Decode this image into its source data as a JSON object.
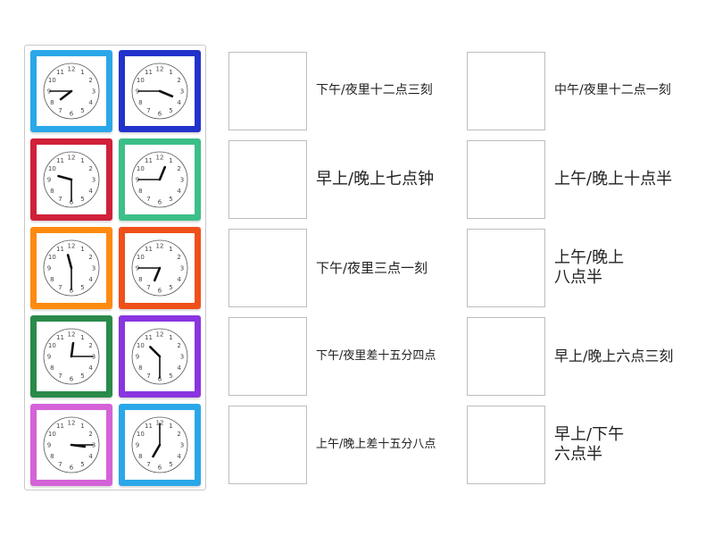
{
  "clocks": [
    {
      "color": "#2aa7e8",
      "hour": 7,
      "minute": 45
    },
    {
      "color": "#2233cc",
      "hour": 3,
      "minute": 45
    },
    {
      "color": "#d0203a",
      "hour": 9,
      "minute": 30
    },
    {
      "color": "#3cbf88",
      "hour": 12,
      "minute": 45
    },
    {
      "color": "#ff8a10",
      "hour": 11,
      "minute": 30
    },
    {
      "color": "#f0501a",
      "hour": 6,
      "minute": 45
    },
    {
      "color": "#2a8a4a",
      "hour": 12,
      "minute": 15
    },
    {
      "color": "#8a35e0",
      "hour": 10,
      "minute": 30
    },
    {
      "color": "#d463d8",
      "hour": 3,
      "minute": 15
    },
    {
      "color": "#2aa7e8",
      "hour": 7,
      "minute": 0
    }
  ],
  "targets": [
    {
      "label": "下午/夜里十二点三刻"
    },
    {
      "label": "中午/夜里十二点一刻"
    },
    {
      "label": "早上/晚上七点钟"
    },
    {
      "label": "上午/晚上十点半"
    },
    {
      "label": "下午/夜里三点一刻"
    },
    {
      "label": "上午/晚上 八点半"
    },
    {
      "label": "下午/夜里差十五分四点"
    },
    {
      "label": "早上/晚上六点三刻"
    },
    {
      "label": "上午/晚上差十五分八点"
    },
    {
      "label": "早上/下午 六点半"
    }
  ]
}
